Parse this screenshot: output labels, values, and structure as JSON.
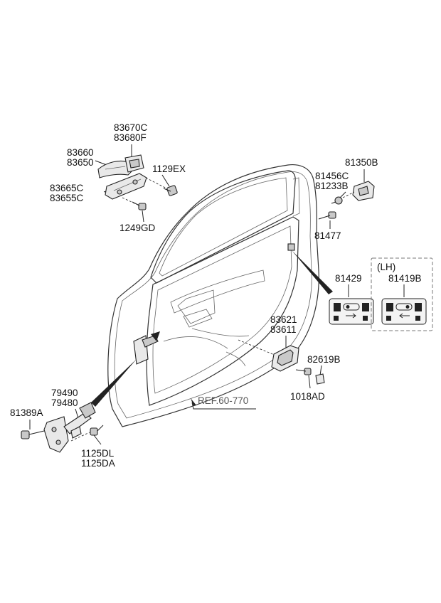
{
  "labels": {
    "p83670c": "83670C",
    "p83680f": "83680F",
    "p83660": "83660",
    "p83650": "83650",
    "p1129ex": "1129EX",
    "p83665c": "83665C",
    "p83655c": "83655C",
    "p1249gd": "1249GD",
    "p81350b": "81350B",
    "p81456c": "81456C",
    "p81233b": "81233B",
    "p81477": "81477",
    "lh": "(LH)",
    "p81429": "81429",
    "p81419b": "81419B",
    "p83621": "83621",
    "p83611": "83611",
    "p82619b": "82619B",
    "p1018ad": "1018AD",
    "ref": "REF.60-770",
    "p79490": "79490",
    "p79480": "79480",
    "p81389a": "81389A",
    "p1125dl": "1125DL",
    "p1125da": "1125DA"
  }
}
